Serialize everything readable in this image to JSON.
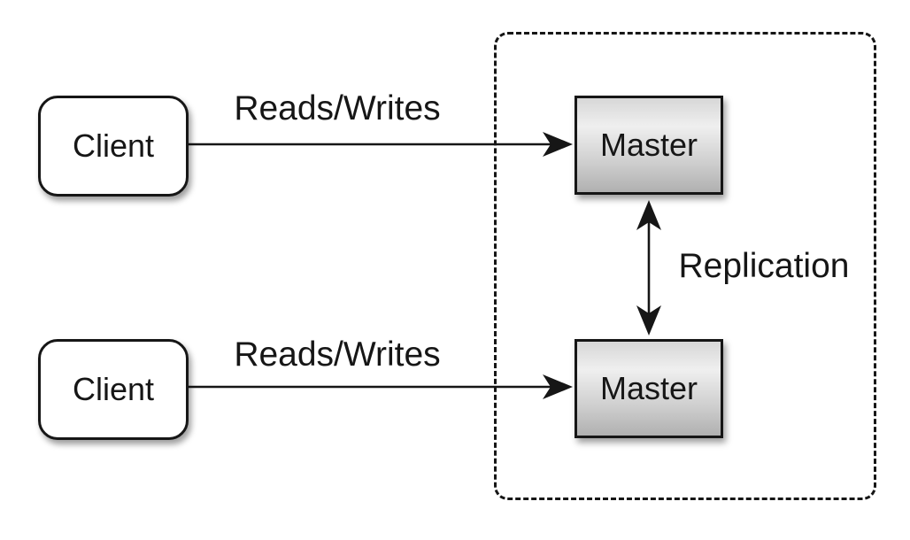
{
  "diagram": {
    "nodes": {
      "client_top": {
        "label": "Client"
      },
      "client_bottom": {
        "label": "Client"
      },
      "master_top": {
        "label": "Master"
      },
      "master_bottom": {
        "label": "Master"
      }
    },
    "edges": {
      "reads_writes_top": {
        "label": "Reads/Writes"
      },
      "reads_writes_bottom": {
        "label": "Reads/Writes"
      },
      "replication": {
        "label": "Replication"
      }
    },
    "colors": {
      "background": "#ffffff",
      "line_and_border": "#161616",
      "text": "#161616",
      "client_fill": "#ffffff",
      "master_gradient_top": "#d7d7d7",
      "master_gradient_highlight": "#efefef",
      "master_gradient_bottom": "#b0b0b0"
    }
  }
}
